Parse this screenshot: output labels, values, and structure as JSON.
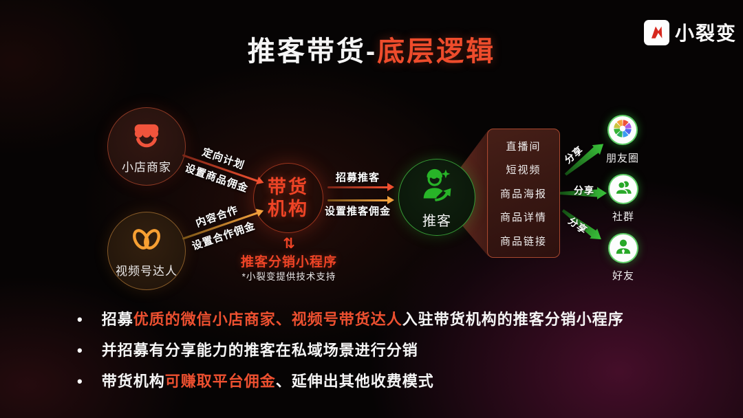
{
  "title": {
    "white": "推客带货-",
    "red": "底层逻辑"
  },
  "logo": {
    "text": "小裂变"
  },
  "colors": {
    "accent_red": "#ee4c2c",
    "arrow_orange": "#f2a03d",
    "green": "#2db42d",
    "box_border": "#a8482f",
    "background": "#060404"
  },
  "icons": {
    "sync": "⇅",
    "bullet_dot": "•",
    "store": "store-awning-icon",
    "channels": "wechat-channels-icon",
    "tuike": "promoter-person-share-icon",
    "moments": "wechat-moments-pinwheel-icon",
    "community": "group-people-icon",
    "friend": "person-tie-icon",
    "logo_mark": "lightning-bolt-icon"
  },
  "nodes": {
    "merchant": {
      "label": "小店商家"
    },
    "channels": {
      "label": "视频号达人"
    },
    "agency": {
      "line1": "带货",
      "line2": "机构"
    },
    "tuike": {
      "label": "推客"
    }
  },
  "agency_sub": {
    "title": "推客分销小程序",
    "note": "*小裂变提供技术支持"
  },
  "arrows": {
    "merchant_to_agency": {
      "top": "定向计划",
      "bottom": "设置商品佣金"
    },
    "channels_to_agency": {
      "top": "内容合作",
      "bottom": "设置合作佣金"
    },
    "agency_to_tuike": {
      "top": "招募推客",
      "bottom": "设置推客佣金"
    },
    "share_top": "分享",
    "share_mid": "分享",
    "share_bottom": "分享"
  },
  "channel_list": {
    "items": [
      "直播间",
      "短视频",
      "商品海报",
      "商品详情",
      "商品链接"
    ]
  },
  "targets": [
    {
      "label": "朋友圈"
    },
    {
      "label": "社群"
    },
    {
      "label": "好友"
    }
  ],
  "bullets": [
    {
      "segments": [
        {
          "text": "招募"
        },
        {
          "text": "优质的微信小店商家、视频号带货达人"
        },
        {
          "text": "入驻带货机构的推客分销小程序"
        }
      ]
    },
    {
      "segments": [
        {
          "text": "并招募有分享能力的推客在私域场景进行分销"
        }
      ]
    },
    {
      "segments": [
        {
          "text": "带货机构"
        },
        {
          "text": "可赚取平台佣金"
        },
        {
          "text": "、延伸出其他收费模式"
        }
      ]
    }
  ]
}
